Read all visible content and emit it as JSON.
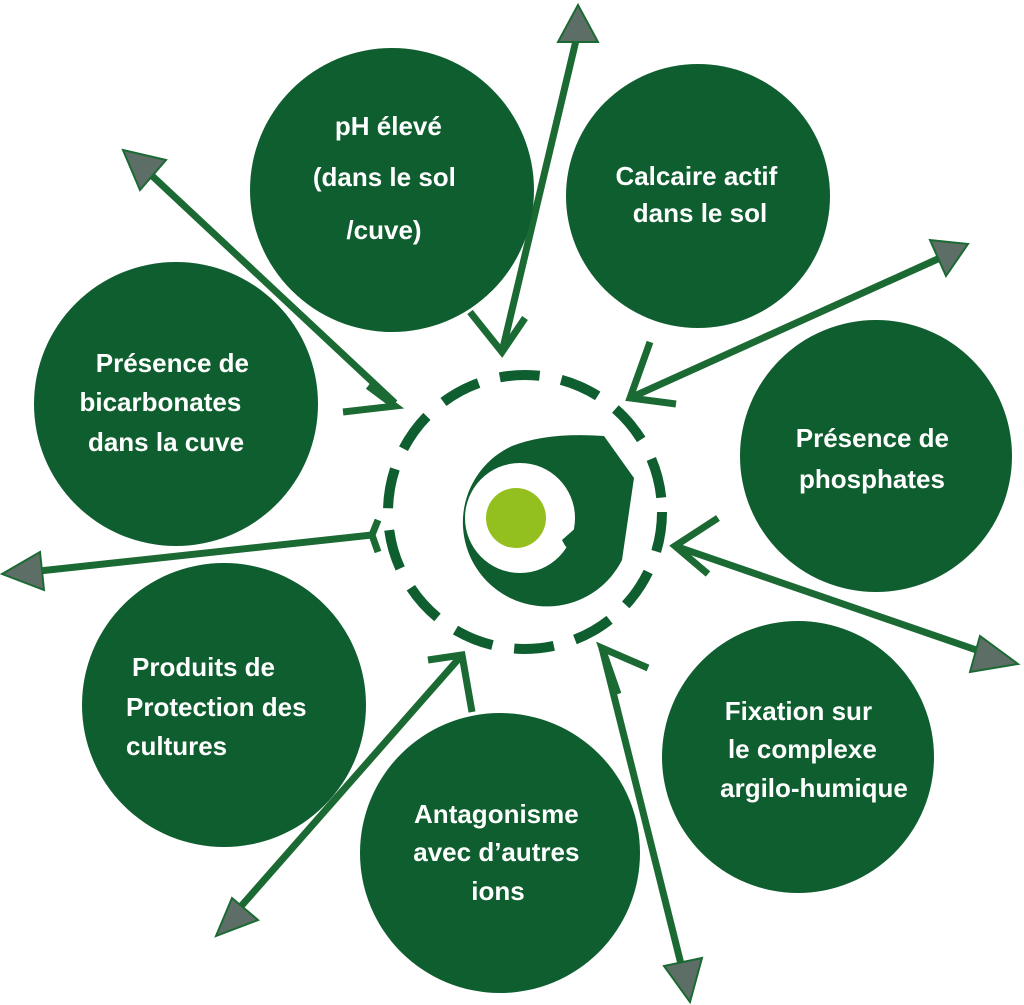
{
  "colors": {
    "circle_fill": "#0f5e2f",
    "arrow_fill": "#1b6a33",
    "arrow_edge": "#5d6e66",
    "center_dot": "#93c01f",
    "label_text": "#ffffff"
  },
  "center": {
    "logo_icon": "green-drop-logo-icon"
  },
  "factors": [
    {
      "lines": [
        "pH élevé",
        "(dans le sol",
        "/cuve)"
      ]
    },
    {
      "lines": [
        "Calcaire  actif",
        "dans le sol"
      ]
    },
    {
      "lines": [
        "Présence  de",
        "phosphates"
      ]
    },
    {
      "lines": [
        "Fixation  sur",
        "le complexe",
        "argilo-humique"
      ]
    },
    {
      "lines": [
        "Antagonisme",
        "avec d’autres",
        "ions"
      ]
    },
    {
      "lines": [
        "Produits de",
        "Protection des",
        "cultures"
      ]
    },
    {
      "lines": [
        "Présence   de",
        "bicarbonates",
        "dans  la  cuve"
      ]
    }
  ]
}
